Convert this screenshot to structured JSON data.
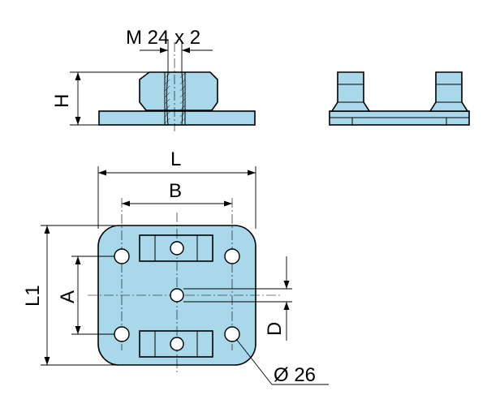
{
  "labels": {
    "thread": "M 24 x 2",
    "height": "H",
    "length": "L",
    "width": "L1",
    "hole_pitch_x": "B",
    "hole_pitch_y": "A",
    "center_offset": "D",
    "hole_diameter": "Ø 26"
  },
  "colors": {
    "part_fill": "#a8d8ea",
    "line": "#000000"
  }
}
